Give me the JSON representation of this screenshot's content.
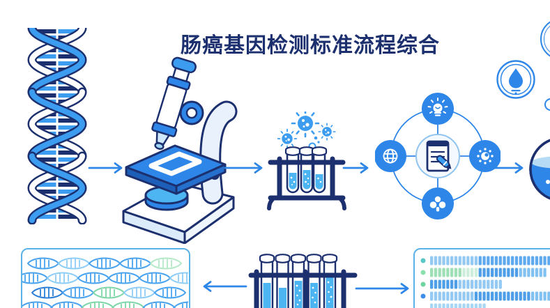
{
  "title": "肠癌基因检测标准流程综合",
  "colors": {
    "navy": "#1c2f6e",
    "blue": "#2e86e8",
    "bright-blue": "#3b9cf0",
    "liquid": "#4db5f2",
    "panel-border": "#5ab2e8",
    "arm-fill": "#e9f2fc",
    "pale-blue": "#dcebfa",
    "surface-blue": "#b6dcf5"
  },
  "flow": {
    "stages": [
      {
        "name": "dna-sample",
        "icon": "dna-helix-icon"
      },
      {
        "name": "microscope-examination",
        "icon": "microscope-icon"
      },
      {
        "name": "sample-test-tubes",
        "icon": "test-tube-rack-icon"
      },
      {
        "name": "analysis-report-hub",
        "icon": "clipboard-pen-icon"
      },
      {
        "name": "result-culture-dish",
        "icon": "petri-dish-icon"
      }
    ],
    "arrow_directions": [
      "right",
      "right",
      "right",
      "right"
    ]
  },
  "analysis_ring": {
    "center_icon": "clipboard-pen-icon",
    "satellites": [
      {
        "position": "top",
        "icon": "lightbulb-icon"
      },
      {
        "position": "left",
        "icon": "globe-icon"
      },
      {
        "position": "right",
        "icon": "virus-icon"
      },
      {
        "position": "bottom",
        "icon": "molecule-icon"
      }
    ]
  },
  "badges": [
    {
      "name": "droplet-badge",
      "icon": "water-drop-icon"
    },
    {
      "name": "corner-ring-badge",
      "icon": "double-ring-icon"
    },
    {
      "name": "small-ring-badge",
      "icon": "ring-icon"
    }
  ],
  "bottom_flow": {
    "arrow_directions": [
      "left",
      "right"
    ]
  },
  "panels": {
    "sequencing_left": {
      "name": "dna-sequence-panel",
      "palette": {
        "b": "#4aa3ee",
        "lb": "#8ecdf5",
        "db": "#2e7fd8",
        "g": "#7fd6a8",
        "lg": "#b5e8c8"
      },
      "rows": [
        [
          "b",
          "lb",
          "b",
          "b",
          "lg"
        ],
        [
          "b",
          "lb",
          "b",
          "b",
          "b",
          "lb"
        ],
        [
          "db",
          "b",
          "g",
          "lb",
          "b"
        ],
        [
          "b",
          "b",
          "g",
          "g",
          "b",
          "b"
        ]
      ]
    },
    "sequencing_right": {
      "name": "sequence-bars-panel",
      "rows": [
        {
          "dot": "#57c7c7",
          "segments": [
            [
              "#93c9f3",
              12
            ],
            [
              "#5fa9ef",
              18
            ]
          ]
        },
        {
          "dot": "#8ce0ae",
          "segments": [
            [
              "#9edfb6",
              8
            ],
            [
              "#cdeeda",
              4
            ],
            [
              "#4f9fe8",
              10
            ],
            [
              "#82c2f2",
              7
            ]
          ]
        },
        {
          "dot": "#6fd3a0",
          "segments": [
            [
              "#4f9fe8",
              7
            ],
            [
              "#93c9f3",
              11
            ]
          ]
        },
        {
          "dot": "#3f8fe8",
          "segments": [
            [
              "#93c9f3",
              11
            ],
            [
              "#4f9fe8",
              14
            ],
            [
              "#82c2f2",
              8
            ]
          ]
        },
        {
          "dot": null,
          "segments": [
            [
              "#a8d6f5",
              14
            ]
          ]
        }
      ]
    }
  }
}
